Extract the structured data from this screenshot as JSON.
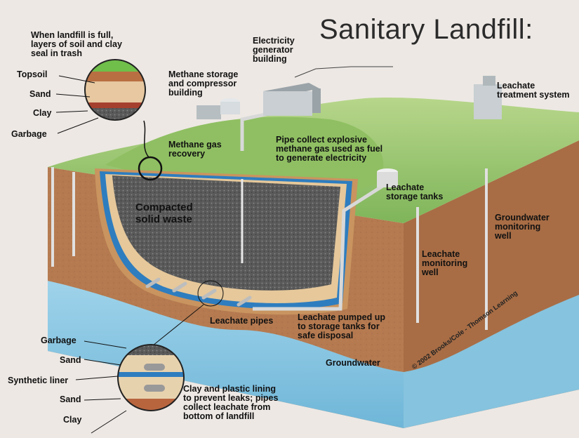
{
  "title": "Sanitary Landfill:",
  "credit": "© 2002 Brooks/Cole - Thomson Learning",
  "labels": {
    "full_note": "When landfill is full,\nlayers of soil and clay\nseal in trash",
    "topsoil": "Topsoil",
    "sand_top": "Sand",
    "clay_top": "Clay",
    "garbage_top": "Garbage",
    "electricity": "Electricity\ngenerator\nbuilding",
    "methane_storage": "Methane storage\nand compressor\nbuilding",
    "leachate_treatment": "Leachate\ntreatment system",
    "methane_recovery": "Methane gas\nrecovery",
    "pipe_collect": "Pipe collect explosive\nmethane gas used as fuel\nto generate electricity",
    "compacted": "Compacted\nsolid waste",
    "leachate_storage": "Leachate\nstorage tanks",
    "groundwater_monitoring": "Groundwater\nmonitoring\nwell",
    "leachate_monitoring": "Leachate\nmonitoring\nwell",
    "leachate_pipes": "Leachate pipes",
    "leachate_pumped": "Leachate pumped up\nto storage tanks for\nsafe disposal",
    "groundwater": "Groundwater",
    "garbage_bottom": "Garbage",
    "sand_bottom1": "Sand",
    "synthetic_liner": "Synthetic liner",
    "sand_bottom2": "Sand",
    "clay_bottom": "Clay",
    "lining_note": "Clay and plastic lining\nto prevent leaks; pipes\ncollect leachate from\nbottom of landfill"
  }
}
